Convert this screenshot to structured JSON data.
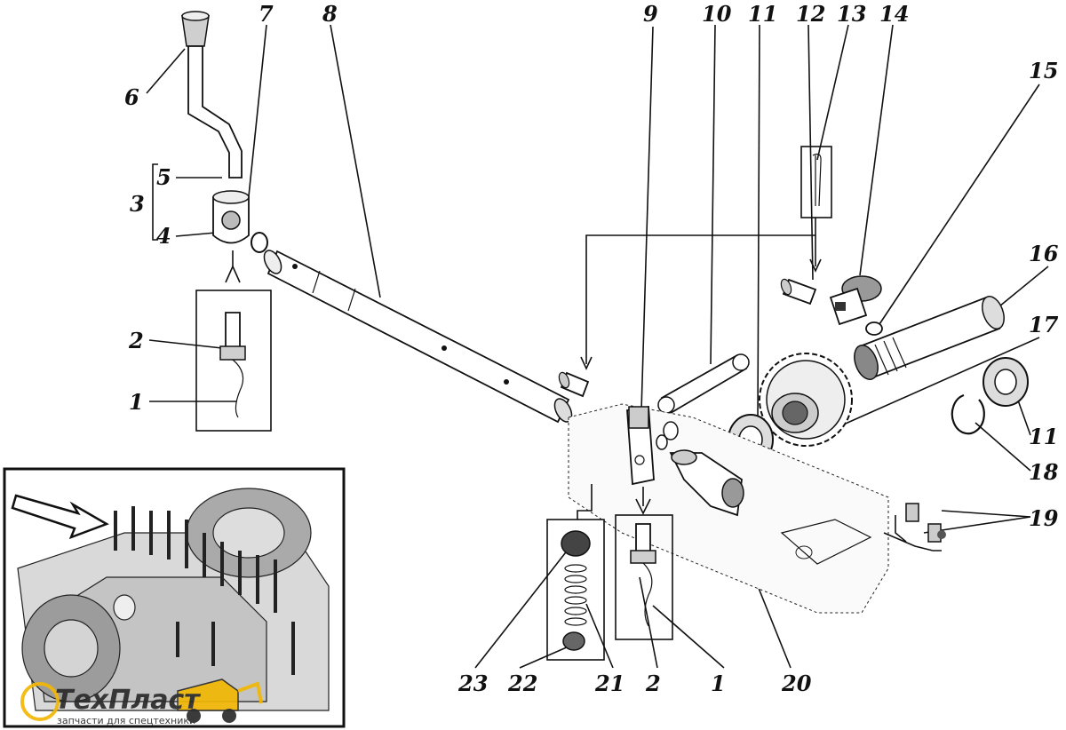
{
  "diagram": {
    "callouts": [
      "6",
      "7",
      "8",
      "9",
      "10",
      "11",
      "12",
      "13",
      "14",
      "5",
      "3",
      "4",
      "15",
      "16",
      "17",
      "2",
      "1",
      "11",
      "18",
      "19",
      "20",
      "23",
      "22",
      "21",
      "2",
      "1"
    ]
  },
  "logo": {
    "name": "ТехПласт",
    "tagline": "запчасти для спецтехники",
    "colors": {
      "accent": "#f2b705",
      "ink": "#2b2b2b"
    }
  }
}
